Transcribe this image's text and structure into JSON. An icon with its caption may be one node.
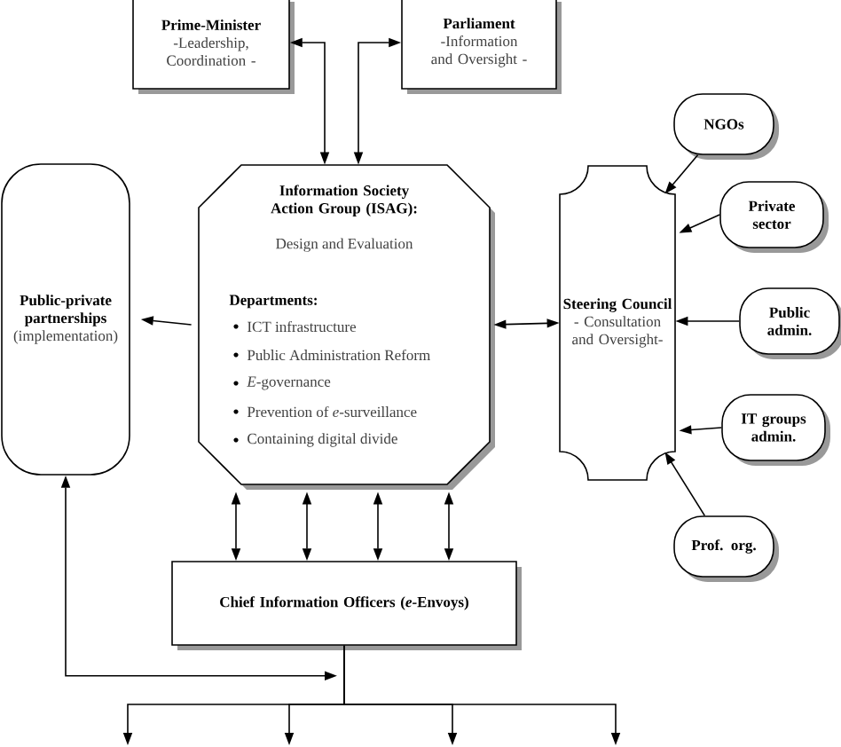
{
  "diagram": {
    "nodes": [
      {
        "text": [
          "Prime-Minister",
          "-Leadership, Coordination -"
        ]
      },
      {
        "text": [
          "Parliament",
          "-Information and Oversight -"
        ]
      },
      {
        "text": [
          "Information Society Action Group (ISAG):",
          "Design and Evaluation",
          "Departments:",
          "ICT infrastructure",
          "Public Administration Reform",
          "*E*-governance",
          "Prevention of *e*-surveillance",
          "Containing digital divide"
        ]
      },
      {
        "text": [
          "Public-private partnerships",
          "(implementation)"
        ]
      },
      {
        "text": [
          "Steering Council",
          "- Consultation and Oversight-"
        ]
      },
      {
        "text": [
          "NGOs"
        ]
      },
      {
        "text": [
          "Private sector"
        ]
      },
      {
        "text": [
          "Public admin."
        ]
      },
      {
        "text": [
          "IT groups admin."
        ]
      },
      {
        "text": [
          "Prof. org."
        ]
      },
      {
        "text": [
          "Chief Information Officers (*e*-Envoys)"
        ]
      }
    ],
    "edges": [
      {
        "from": 0,
        "to": 2,
        "arrow": "both"
      },
      {
        "from": 1,
        "to": 2,
        "arrow": "both"
      },
      {
        "from": 2,
        "to": 3,
        "arrow": "to"
      },
      {
        "from": 2,
        "to": 4,
        "arrow": "both"
      },
      {
        "from": 5,
        "to": 4,
        "arrow": "to"
      },
      {
        "from": 6,
        "to": 4,
        "arrow": "to"
      },
      {
        "from": 7,
        "to": 4,
        "arrow": "to"
      },
      {
        "from": 8,
        "to": 4,
        "arrow": "to"
      },
      {
        "from": 9,
        "to": 4,
        "arrow": "to"
      },
      {
        "from": 2,
        "to": 10,
        "arrow": "both"
      },
      {
        "from": 2,
        "to": 10,
        "arrow": "both"
      },
      {
        "from": 2,
        "to": 10,
        "arrow": "both"
      },
      {
        "from": 2,
        "to": 10,
        "arrow": "both"
      },
      {
        "from": 10,
        "to": null,
        "arrow": "to"
      },
      {
        "from": 10,
        "to": null,
        "arrow": "to"
      },
      {
        "from": 10,
        "to": null,
        "arrow": "to"
      },
      {
        "from": 10,
        "to": null,
        "arrow": "to"
      },
      {
        "from": 3,
        "to": 10,
        "arrow": "both"
      }
    ]
  }
}
